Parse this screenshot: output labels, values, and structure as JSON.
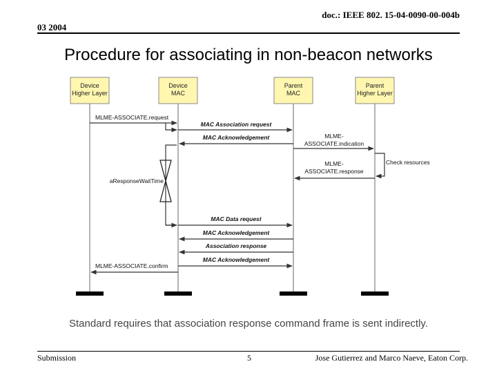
{
  "header": {
    "doc_id": "doc.: IEEE 802. 15-04-0090-00-004b",
    "date": "03 2004"
  },
  "title": "Procedure for associating in non-beacon networks",
  "lanes": [
    {
      "line1": "Device",
      "line2": "Higher Layer"
    },
    {
      "line1": "Device",
      "line2": "MAC"
    },
    {
      "line1": "Parent",
      "line2": "MAC"
    },
    {
      "line1": "Parent",
      "line2": "Higher Layer"
    }
  ],
  "messages": {
    "m1": "MLME-ASSOCIATE.request",
    "m2": "MAC Association request",
    "m3": "MAC Acknowledgement",
    "m4a": "MLME-",
    "m4b": "ASSOCIATE.indication",
    "m5": "Check resources",
    "m6a": "MLME-",
    "m6b": "ASSOCIATE.response",
    "timer": "aResponseWaitTime",
    "m7": "MAC Data request",
    "m8": "MAC Acknowledgement",
    "m9": "Association response",
    "m10": "MAC Acknowledgement",
    "m11": "MLME-ASSOCIATE.confirm"
  },
  "caption": "Standard requires that association response command frame is sent indirectly.",
  "footer": {
    "left": "Submission",
    "page": "5",
    "right": "Jose Gutierrez and Marco Naeve, Eaton Corp."
  },
  "colors": {
    "lane_box_fill": "#fff6b0",
    "lifeline": "#999999",
    "arrow": "#333333"
  }
}
